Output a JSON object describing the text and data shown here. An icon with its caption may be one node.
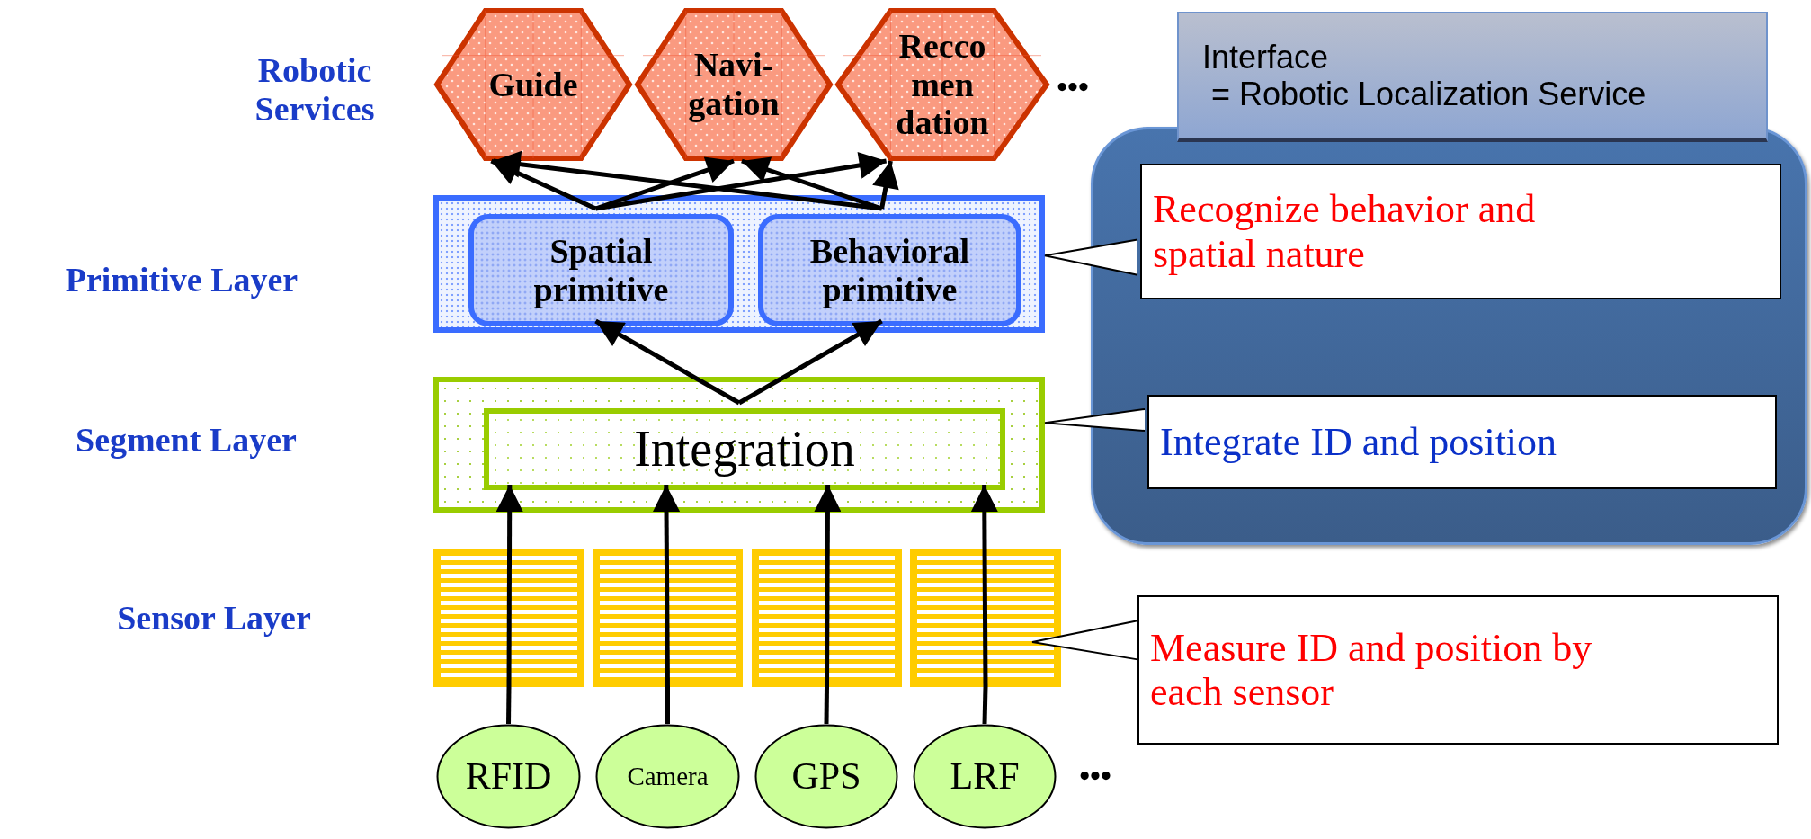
{
  "diagram": {
    "nodes": [
      {
        "text": [
          "Guide"
        ]
      },
      {
        "text": [
          "Navi- gation"
        ]
      },
      {
        "text": [
          "Recco men dation"
        ]
      },
      {
        "text": [
          "Interface",
          "= Robotic Localization Service"
        ]
      },
      {
        "text": [],
        "shape": "box"
      },
      {
        "text": [
          "Recognize behavior and spatial nature"
        ],
        "in": 4
      },
      {
        "text": [],
        "shape": "box"
      },
      {
        "text": [
          "Spatial primitive"
        ],
        "in": 6
      },
      {
        "text": [
          "Behavioral primitive"
        ],
        "in": 6
      },
      {
        "text": [
          "Integrate ID and position"
        ],
        "in": 4
      },
      {
        "text": [],
        "shape": "box"
      },
      {
        "text": [
          "Integration"
        ],
        "in": 10
      },
      {
        "text": [],
        "shape": "box"
      },
      {
        "text": [],
        "shape": "box"
      },
      {
        "text": [],
        "shape": "box"
      },
      {
        "text": [],
        "shape": "box"
      },
      {
        "text": [
          "Measure ID and position by each sensor"
        ]
      },
      {
        "text": [
          "RFID"
        ]
      },
      {
        "text": [
          "Camera"
        ]
      },
      {
        "text": [
          "GPS"
        ]
      },
      {
        "text": [
          "LRF"
        ]
      }
    ],
    "edges": [
      {
        "from": 7,
        "to": 0,
        "arrow": "to"
      },
      {
        "from": 7,
        "to": 1,
        "arrow": "to"
      },
      {
        "from": 7,
        "to": 2,
        "arrow": "to"
      },
      {
        "from": 8,
        "to": 0,
        "arrow": "to"
      },
      {
        "from": 8,
        "to": 1,
        "arrow": "to"
      },
      {
        "from": 8,
        "to": 2,
        "arrow": "to"
      },
      {
        "from": 11,
        "to": 7,
        "arrow": "to"
      },
      {
        "from": 11,
        "to": 8,
        "arrow": "to"
      },
      {
        "from": 17,
        "to": 12,
        "arrow": "none"
      },
      {
        "from": 12,
        "to": 11,
        "arrow": "to"
      },
      {
        "from": 18,
        "to": 13,
        "arrow": "none"
      },
      {
        "from": 13,
        "to": 11,
        "arrow": "to"
      },
      {
        "from": 19,
        "to": 14,
        "arrow": "none"
      },
      {
        "from": 14,
        "to": 11,
        "arrow": "to"
      },
      {
        "from": 20,
        "to": 15,
        "arrow": "none"
      },
      {
        "from": 15,
        "to": 11,
        "arrow": "to"
      },
      {
        "from": 5,
        "to": 6,
        "arrow": "none"
      },
      {
        "from": 9,
        "to": 10,
        "arrow": "none"
      },
      {
        "from": 16,
        "to": 15,
        "arrow": "none"
      }
    ],
    "labels": [
      "Robotic Services",
      "•••",
      "Primitive Layer",
      "Segment Layer",
      "Sensor Layer",
      "•••"
    ]
  }
}
